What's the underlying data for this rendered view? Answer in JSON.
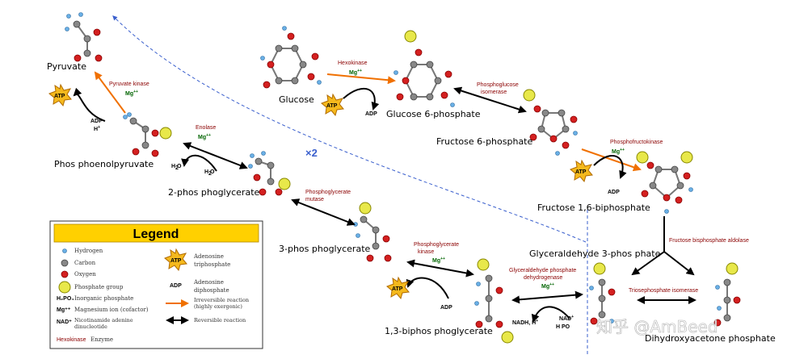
{
  "molecules": {
    "pyruvate": "Pyruvate",
    "pep": "Phos phoenolpyruvate",
    "pg2": "2-phos phoglycerate",
    "pg3": "3-phos phoglycerate",
    "bpg": "1,3-biphos phoglycerate",
    "glucose": "Glucose",
    "g6p": "Glucose 6-phosphate",
    "f6p": "Fructose 6-phosphate",
    "f16bp": "Fructose 1,6-biphosphate",
    "g3p": "Glyceraldehyde 3-phos phate",
    "dhap": "Dihydroxyacetone phosphate"
  },
  "enzymes": {
    "pyruvate_kinase": "Pyruvate kinase",
    "enolase": "Enolase",
    "pg_mutase_1": "Phosphoglycerate",
    "pg_mutase_2": "mutase",
    "pg_kinase_1": "Phosphoglycerate",
    "pg_kinase_2": "kinase",
    "gapdh_1": "Glyceraldehyde phosphate",
    "gapdh_2": "dehydrogenase",
    "hexokinase": "Hexokinase",
    "pgi_1": "Phosphoglucose",
    "pgi_2": "isomerase",
    "pfk": "Phosphofructokinase",
    "aldolase": "Fructose bisphosphate aldolase",
    "tpi": "Triosephosphate isomerase"
  },
  "cofactors": {
    "mg": "Mg",
    "mg_sup": "++",
    "atp": "ATP",
    "adp": "ADP",
    "h_plus": "H",
    "h_sup": "+",
    "h2o_a": "H  O",
    "h2o_b": "H  O",
    "two": "2",
    "nadh": "NADH, H",
    "nad": "NAD",
    "h2po4": "H  PO",
    "x2": "×2"
  },
  "legend": {
    "title": "Legend",
    "hydrogen": "Hydrogen",
    "carbon": "Carbon",
    "oxygen": "Oxygen",
    "phosphate": "Phosphate group",
    "inorganic": "Inorganic phosphate",
    "magnesium": "Magnesium ion (cofactor)",
    "nad": "Nicotinamide adenine",
    "nad2": "dinucleotide",
    "enzyme_example": "Hexokinase",
    "enzyme": "Enzyme",
    "atp_name": "Adenosine",
    "atp_name2": "triphosphate",
    "adp_name": "Adenosine",
    "adp_name2": "diphosphate",
    "irreversible": "Irreversible reaction",
    "irreversible2": "(highly exergonic)",
    "reversible": "Reversible reaction",
    "sym_h2po4": "H₂PO₄",
    "sym_mg": "Mg⁺⁺",
    "sym_nad": "NAD⁺",
    "sym_atp": "ATP",
    "sym_adp": "ADP"
  },
  "watermark": "知乎 @AmBeed"
}
